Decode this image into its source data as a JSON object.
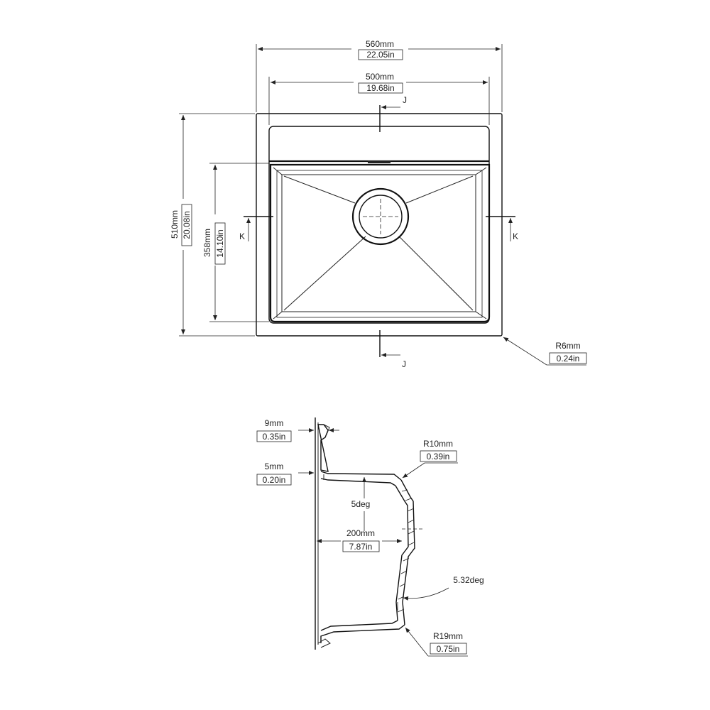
{
  "top_view": {
    "overall_width": {
      "mm": "560mm",
      "in": "22.05in"
    },
    "inner_width": {
      "mm": "500mm",
      "in": "19.68in"
    },
    "overall_depth": {
      "mm": "510mm",
      "in": "20.08in"
    },
    "bowl_depth": {
      "mm": "358mm",
      "in": "14.10in"
    },
    "corner_radius": {
      "mm": "R6mm",
      "in": "0.24in"
    },
    "section_j": "J",
    "section_k": "K"
  },
  "section_view": {
    "rim_thickness": {
      "mm": "9mm",
      "in": "0.35in"
    },
    "ledge_thickness": {
      "mm": "5mm",
      "in": "0.20in"
    },
    "upper_radius": {
      "mm": "R10mm",
      "in": "0.39in"
    },
    "slope_angle": "5deg",
    "bowl_height": {
      "mm": "200mm",
      "in": "7.87in"
    },
    "wall_angle": "5.32deg",
    "lower_radius": {
      "mm": "R19mm",
      "in": "0.75in"
    }
  }
}
